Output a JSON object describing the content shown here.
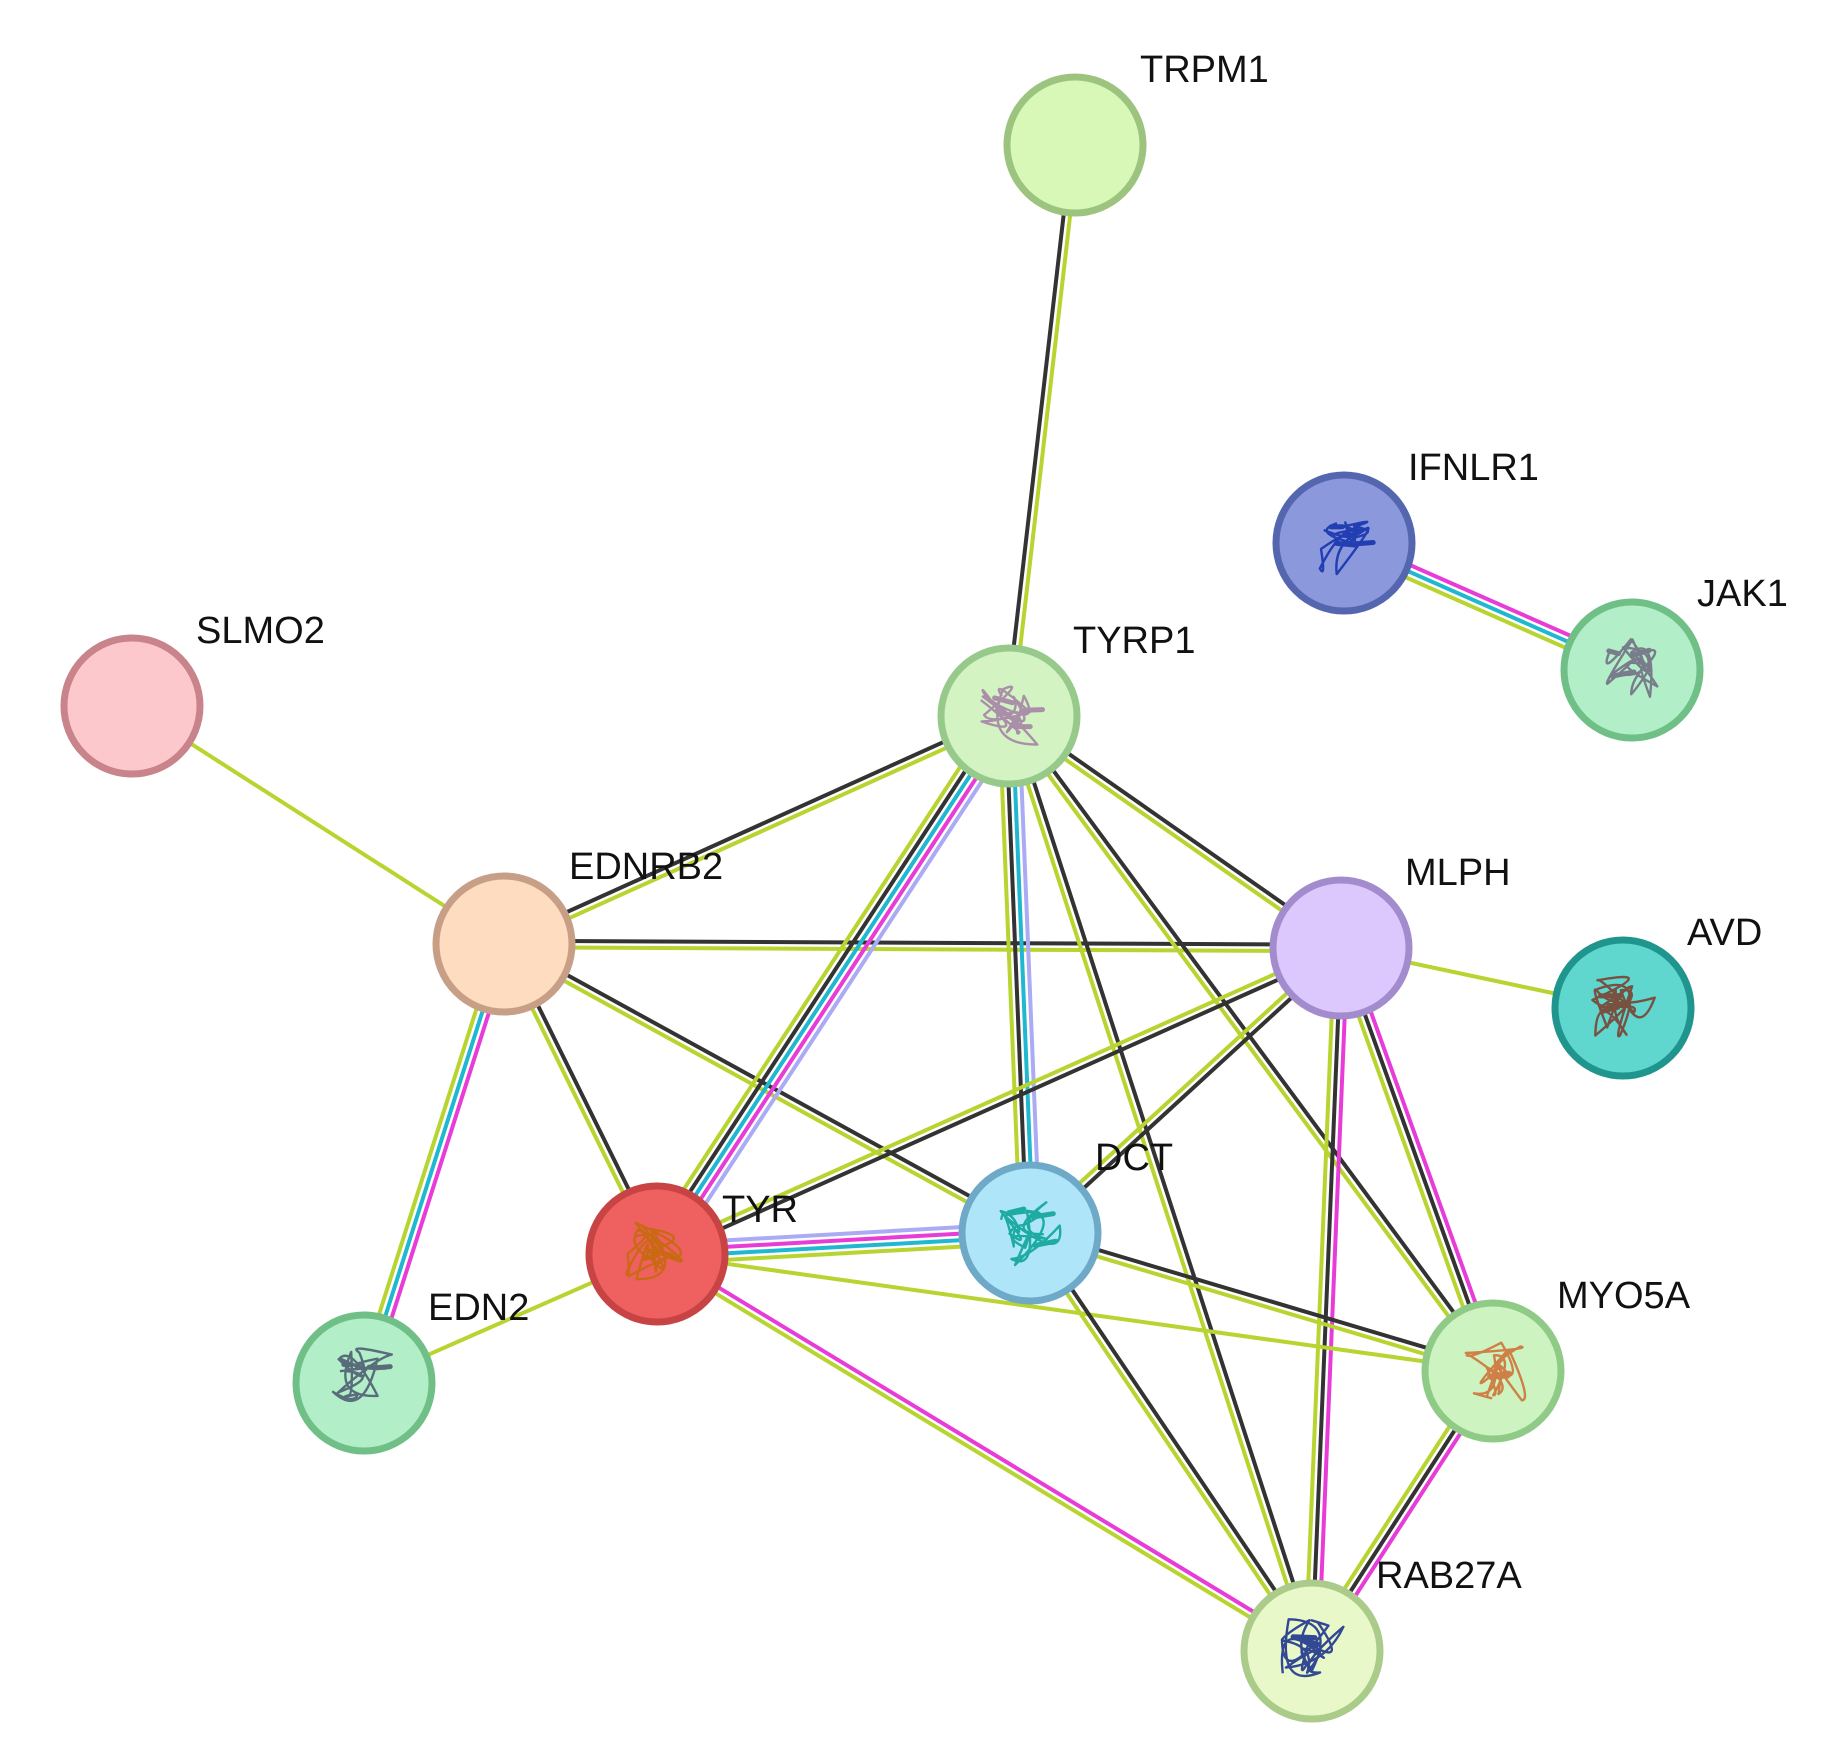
{
  "network": {
    "nodes": [
      {
        "id": "TRPM1",
        "label": "TRPM1",
        "fill": "#d8f8b8",
        "stroke": "#9cc47e",
        "structure": false
      },
      {
        "id": "IFNLR1",
        "label": "IFNLR1",
        "fill": "#8b98dc",
        "stroke": "#5566b0",
        "structure": true,
        "structure_color": "#1c3ab0"
      },
      {
        "id": "JAK1",
        "label": "JAK1",
        "fill": "#b2efc8",
        "stroke": "#6fbf87",
        "structure": true,
        "structure_color": "#777788"
      },
      {
        "id": "SLMO2",
        "label": "SLMO2",
        "fill": "#fdc8cc",
        "stroke": "#c8848a",
        "structure": false
      },
      {
        "id": "TYRP1",
        "label": "TYRP1",
        "fill": "#d3f3c3",
        "stroke": "#97c98a",
        "structure": true,
        "structure_color": "#a88aa8"
      },
      {
        "id": "EDNRB2",
        "label": "EDNRB2",
        "fill": "#fddcbf",
        "stroke": "#c79f86",
        "structure": false
      },
      {
        "id": "MLPH",
        "label": "MLPH",
        "fill": "#dcc8fd",
        "stroke": "#a38ccd",
        "structure": false
      },
      {
        "id": "AVD",
        "label": "AVD",
        "fill": "#5fd6ce",
        "stroke": "#1f958d",
        "structure": true,
        "structure_color": "#7a4a3a"
      },
      {
        "id": "DCT",
        "label": "DCT",
        "fill": "#aee5f8",
        "stroke": "#6fa9c8",
        "structure": true,
        "structure_color": "#17a8a0"
      },
      {
        "id": "TYR",
        "label": "TYR",
        "fill": "#ef6161",
        "stroke": "#c84444",
        "structure": true,
        "structure_color": "#c86a10"
      },
      {
        "id": "EDN2",
        "label": "EDN2",
        "fill": "#b2efc8",
        "stroke": "#6fbf87",
        "structure": true,
        "structure_color": "#556677"
      },
      {
        "id": "MYO5A",
        "label": "MYO5A",
        "fill": "#cdf3c0",
        "stroke": "#8fcb87",
        "structure": true,
        "structure_color": "#d07a40"
      },
      {
        "id": "RAB27A",
        "label": "RAB27A",
        "fill": "#e8f8c8",
        "stroke": "#aacb8a",
        "structure": true,
        "structure_color": "#2a3f90"
      }
    ],
    "edges": [
      {
        "source": "TRPM1",
        "target": "TYRP1",
        "types": [
          "textmining",
          "coexpression"
        ]
      },
      {
        "source": "IFNLR1",
        "target": "JAK1",
        "types": [
          "experimental",
          "database",
          "textmining"
        ]
      },
      {
        "source": "SLMO2",
        "target": "EDNRB2",
        "types": [
          "textmining"
        ]
      },
      {
        "source": "EDNRB2",
        "target": "TYRP1",
        "types": [
          "coexpression",
          "textmining"
        ]
      },
      {
        "source": "EDNRB2",
        "target": "MLPH",
        "types": [
          "coexpression",
          "textmining"
        ]
      },
      {
        "source": "EDNRB2",
        "target": "DCT",
        "types": [
          "coexpression",
          "textmining"
        ]
      },
      {
        "source": "EDNRB2",
        "target": "TYR",
        "types": [
          "coexpression",
          "textmining"
        ]
      },
      {
        "source": "EDNRB2",
        "target": "EDN2",
        "types": [
          "experimental",
          "database",
          "textmining"
        ]
      },
      {
        "source": "TYRP1",
        "target": "TYR",
        "types": [
          "homology",
          "experimental",
          "database",
          "coexpression",
          "textmining"
        ]
      },
      {
        "source": "TYRP1",
        "target": "DCT",
        "types": [
          "homology",
          "database",
          "coexpression",
          "textmining"
        ]
      },
      {
        "source": "TYRP1",
        "target": "MLPH",
        "types": [
          "coexpression",
          "textmining"
        ]
      },
      {
        "source": "TYRP1",
        "target": "MYO5A",
        "types": [
          "coexpression",
          "textmining"
        ]
      },
      {
        "source": "TYRP1",
        "target": "RAB27A",
        "types": [
          "coexpression",
          "textmining"
        ]
      },
      {
        "source": "MLPH",
        "target": "AVD",
        "types": [
          "textmining"
        ]
      },
      {
        "source": "MLPH",
        "target": "TYR",
        "types": [
          "coexpression",
          "textmining"
        ]
      },
      {
        "source": "MLPH",
        "target": "DCT",
        "types": [
          "coexpression",
          "textmining"
        ]
      },
      {
        "source": "MLPH",
        "target": "MYO5A",
        "types": [
          "experimental",
          "coexpression",
          "textmining"
        ]
      },
      {
        "source": "MLPH",
        "target": "RAB27A",
        "types": [
          "experimental",
          "coexpression",
          "textmining"
        ]
      },
      {
        "source": "TYR",
        "target": "DCT",
        "types": [
          "homology",
          "experimental",
          "database",
          "textmining"
        ]
      },
      {
        "source": "TYR",
        "target": "EDN2",
        "types": [
          "textmining"
        ]
      },
      {
        "source": "TYR",
        "target": "MYO5A",
        "types": [
          "textmining"
        ]
      },
      {
        "source": "TYR",
        "target": "RAB27A",
        "types": [
          "experimental",
          "textmining"
        ]
      },
      {
        "source": "DCT",
        "target": "MYO5A",
        "types": [
          "coexpression",
          "textmining"
        ]
      },
      {
        "source": "DCT",
        "target": "RAB27A",
        "types": [
          "coexpression",
          "textmining"
        ]
      },
      {
        "source": "MYO5A",
        "target": "RAB27A",
        "types": [
          "experimental",
          "coexpression",
          "textmining"
        ]
      }
    ],
    "edge_colors": {
      "homology": "#aaaaf5",
      "experimental": "#e83cd8",
      "database": "#1fb8d0",
      "coexpression": "#333333",
      "textmining": "#b8d430"
    }
  }
}
